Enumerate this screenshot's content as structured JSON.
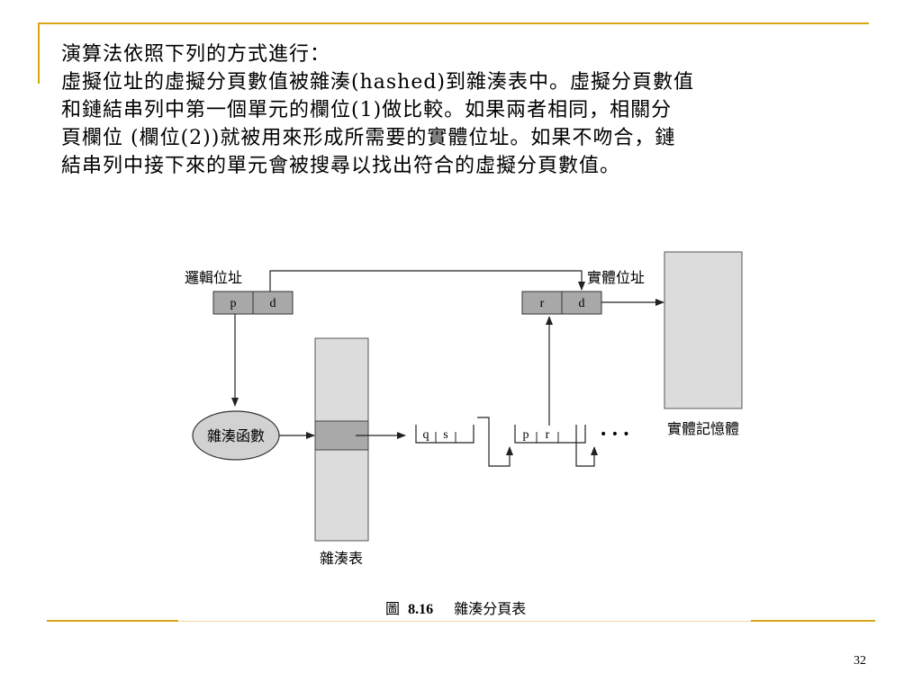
{
  "paragraph": {
    "lines": [
      "演算法依照下列的方式進行：",
      "虛擬位址的虛擬分頁數值被雜湊(hashed)到雜湊表中。虛擬分頁數值",
      "和鏈結串列中第一個單元的欄位(1)做比較。如果兩者相同，相關分",
      "頁欄位 (欄位(2))就被用來形成所需要的實體位址。如果不吻合，鏈",
      "結串列中接下來的單元會被搜尋以找出符合的虛擬分頁數值。"
    ]
  },
  "diagram": {
    "logical_address_label": "邏輯位址",
    "physical_address_label": "實體位址",
    "logical_fields": [
      "p",
      "d"
    ],
    "physical_fields": [
      "r",
      "d"
    ],
    "hash_function_label": "雜湊函數",
    "hash_table_label": "雜湊表",
    "physical_memory_label": "實體記憶體",
    "chain_nodes": [
      [
        "q",
        "s"
      ],
      [
        "p",
        "r"
      ]
    ],
    "ellipsis": "• • •",
    "caption_prefix": "圖",
    "caption_number": "8.16",
    "caption_text": "雜湊分頁表"
  },
  "colors": {
    "accent_line": "#d9a516",
    "field_fill": "#a8a8a8",
    "table_fill": "#dcdcdc",
    "table_slot_fill": "#a9a9a9"
  },
  "page_number": "32"
}
